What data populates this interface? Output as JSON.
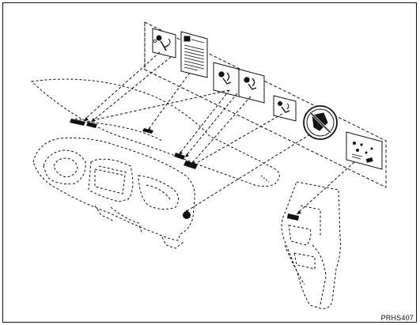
{
  "figure": {
    "reference_code": "PRHS407",
    "labels": [
      {
        "id": "label-airbag-sun-visor",
        "icon": "airbag-warning-icon"
      },
      {
        "id": "label-instruction-sheet",
        "icon": "text-sheet-icon"
      },
      {
        "id": "label-passenger-airbag-pair",
        "icon": "airbag-warning-pair-icon"
      },
      {
        "id": "label-airbag-small",
        "icon": "airbag-warning-icon"
      },
      {
        "id": "label-child-seat-prohibition",
        "icon": "no-child-seat-icon"
      },
      {
        "id": "label-door-side-airbag",
        "icon": "side-airbag-info-icon"
      }
    ],
    "line_color": "#111111",
    "background": "#ffffff"
  }
}
